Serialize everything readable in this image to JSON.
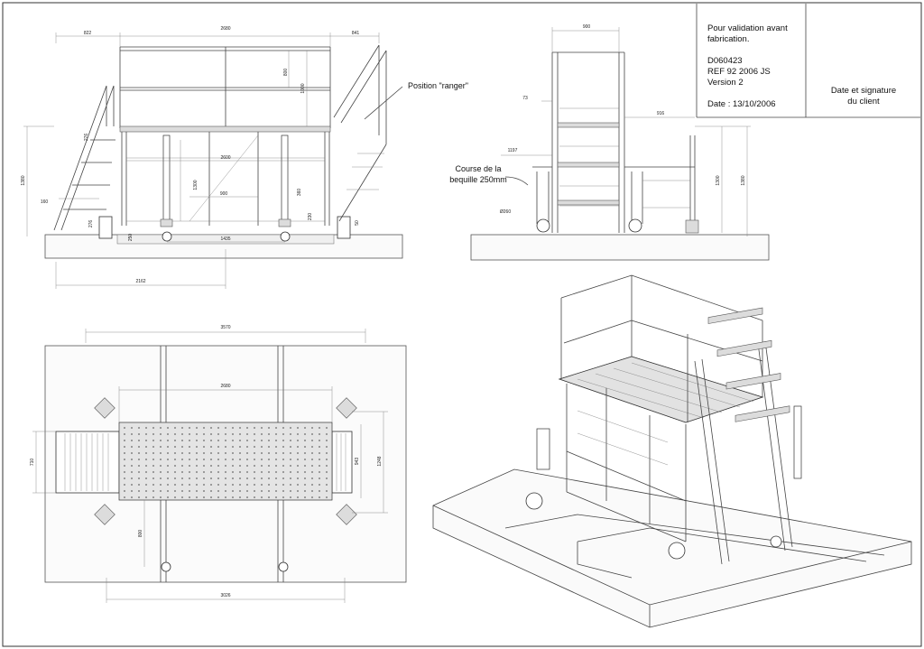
{
  "title_block": {
    "validation_line1": "Pour validation avant",
    "validation_line2": "fabrication.",
    "drawing_number": "D060423",
    "reference": "REF 92 2006 JS",
    "version": "Version 2",
    "date": "Date : 13/10/2006",
    "signature_line1": "Date et signature",
    "signature_line2": "du client"
  },
  "annotations": {
    "position_ranger": "Position \"ranger\"",
    "course_line1": "Course de la",
    "course_line2": "bequille 250mm"
  },
  "front_view": {
    "dims": {
      "d822": "822",
      "d2680": "2680",
      "d841": "841",
      "d800": "800",
      "d1000": "1000",
      "d276_top": "276",
      "d1380": "1380",
      "d2600": "2600",
      "d160": "160",
      "d1300": "1300",
      "d900": "900",
      "d360": "360",
      "d230": "230",
      "d276_bottom": "276",
      "d50": "50",
      "d250": "250",
      "d1435": "1435",
      "d2162": "2162"
    }
  },
  "side_view": {
    "dims": {
      "d900": "900",
      "d73": "73",
      "d916": "916",
      "d1197": "1197",
      "d1300": "1300",
      "d1380": "1380",
      "d_diam260": "Ø260"
    }
  },
  "plan_view": {
    "dims": {
      "d3570": "3570",
      "d2680": "2680",
      "d710": "710",
      "d943": "943",
      "d1248": "1248",
      "d800": "800",
      "d3026": "3026"
    }
  }
}
